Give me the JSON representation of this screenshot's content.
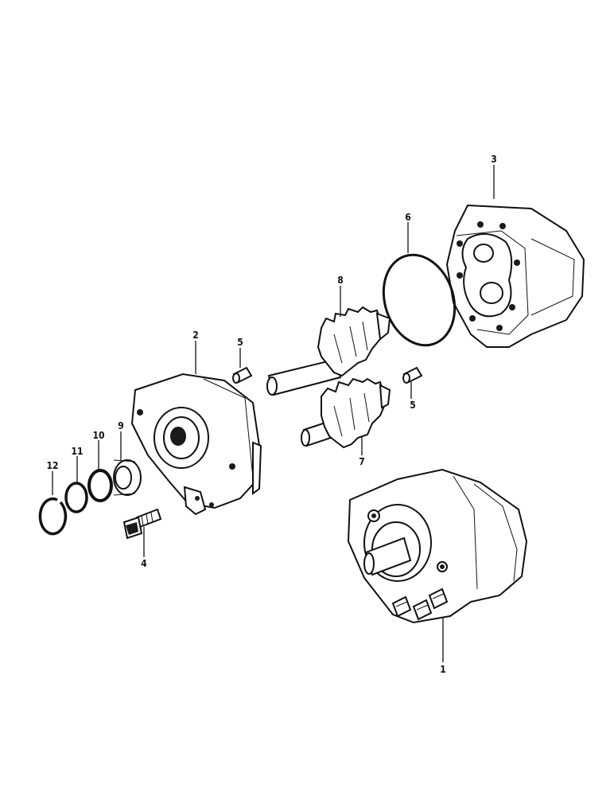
{
  "labels": {
    "p1": "1",
    "p2": "2",
    "p3": "3",
    "p4": "4",
    "p5a": "5",
    "p5b": "5",
    "p6": "6",
    "p7": "7",
    "p8": "8",
    "p9": "9",
    "p10": "10",
    "p11": "11",
    "p12": "12"
  }
}
